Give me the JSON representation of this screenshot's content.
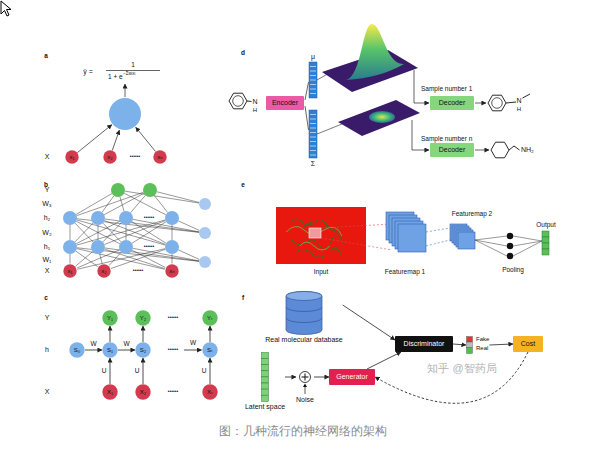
{
  "diagram": {
    "caption": "图：几种流行的神经网络的架构",
    "nodes": [
      {
        "text": [
          "x₁"
        ]
      },
      {
        "text": [
          "x₂"
        ]
      },
      {
        "text": [
          "xₙ"
        ]
      },
      {
        "text": [
          "Encoder"
        ]
      },
      {
        "text": [
          "Decoder"
        ]
      },
      {
        "text": [
          "Decoder"
        ]
      },
      {
        "text": [
          "x₁"
        ]
      },
      {
        "text": [
          "x₂"
        ]
      },
      {
        "text": [
          "xₙ"
        ]
      },
      {
        "text": [
          "Y₁"
        ]
      },
      {
        "text": [
          "Y₂"
        ]
      },
      {
        "text": [
          "Yₜ"
        ]
      },
      {
        "text": [
          "S₀"
        ]
      },
      {
        "text": [
          "S₁"
        ]
      },
      {
        "text": [
          "S₂"
        ]
      },
      {
        "text": [
          "Sₜ"
        ]
      },
      {
        "text": [
          "X₁"
        ]
      },
      {
        "text": [
          "X₂"
        ]
      },
      {
        "text": [
          "Xₜ"
        ]
      },
      {
        "text": [
          "Real molecular database"
        ]
      },
      {
        "text": [
          "Discriminator"
        ]
      },
      {
        "text": [
          "Fake",
          "Real"
        ]
      },
      {
        "text": [
          "Cost"
        ]
      },
      {
        "text": [
          "Latent space"
        ]
      },
      {
        "text": [
          "Noise"
        ]
      },
      {
        "text": [
          "Generator"
        ]
      }
    ],
    "edges": [
      {
        "from": 12,
        "to": 13,
        "arrow": "to",
        "label": "W"
      },
      {
        "from": 13,
        "to": 14,
        "arrow": "to",
        "label": "W"
      },
      {
        "from": 16,
        "to": 13,
        "arrow": "to",
        "label": "U"
      },
      {
        "from": 17,
        "to": 14,
        "arrow": "to",
        "label": "U"
      },
      {
        "from": 18,
        "to": 15,
        "arrow": "to",
        "label": "U"
      },
      {
        "from": 13,
        "to": 9,
        "arrow": "to"
      },
      {
        "from": 14,
        "to": 10,
        "arrow": "to"
      },
      {
        "from": 15,
        "to": 11,
        "arrow": "to"
      },
      {
        "from": 19,
        "to": 20,
        "arrow": "to"
      },
      {
        "from": 25,
        "to": 20,
        "arrow": "to"
      },
      {
        "from": 20,
        "to": 21,
        "arrow": "to"
      },
      {
        "from": 21,
        "to": 22,
        "arrow": "to"
      },
      {
        "from": 22,
        "to": 25,
        "arrow": "to"
      },
      {
        "from": 23,
        "to": 24,
        "arrow": "to"
      },
      {
        "from": 24,
        "to": 25,
        "arrow": "to"
      }
    ],
    "labels": [
      "a",
      "ŷ =",
      "1",
      "1 + e",
      "−Σwᵢxᵢ",
      "X",
      "••••••",
      "d",
      "N",
      "H",
      "μ",
      "Σ",
      "Sample number 1",
      "Sample number n",
      "N",
      "H",
      "NH₂",
      "b",
      "Y",
      "W₃",
      "h₂",
      "W₂",
      "h₁",
      "W₁",
      "X",
      "••••••",
      "••••••",
      "••••••",
      "e",
      "Input",
      "Featuremap 1",
      "Featuremap 2",
      "Pooling",
      "Output",
      "c",
      "Y",
      "h",
      "X",
      "W",
      "••••••",
      "••••••",
      "••••••",
      "f",
      "知乎 @智药局"
    ]
  }
}
